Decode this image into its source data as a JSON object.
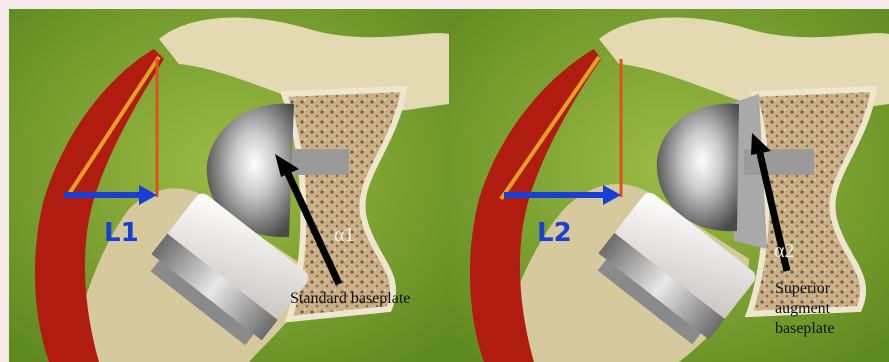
{
  "left": {
    "length_label": "L1",
    "angle_label": "α1",
    "caption": "Standard baseplate"
  },
  "right": {
    "length_label": "L2",
    "angle_label": "α2",
    "caption_lines": [
      "Superior",
      "augment",
      "baseplate"
    ]
  },
  "colors": {
    "frame": "#f6e9e9",
    "background_green": "#7fa033",
    "muscle_red": "#b01c10",
    "tendon_orange": "#e8a020",
    "vector_blue": "#1a3fd6",
    "bone_beige": "#e3d9b3",
    "caption_text": "#111111"
  }
}
